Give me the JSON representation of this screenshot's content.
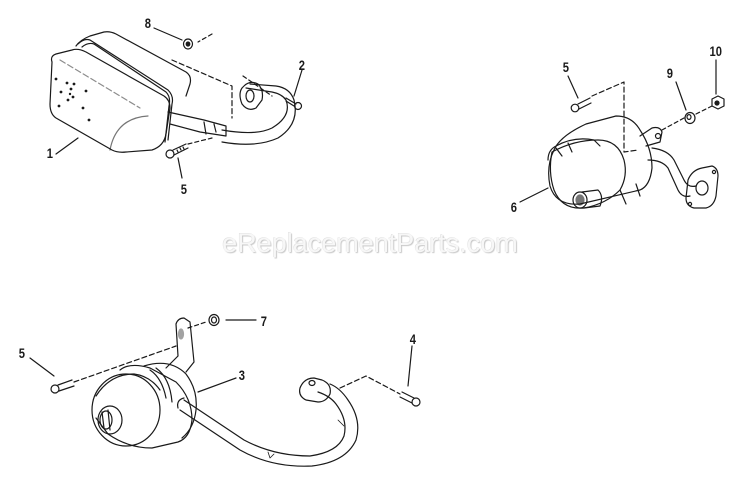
{
  "diagram": {
    "type": "exploded-parts-diagram",
    "subject": "Muffler assemblies",
    "watermark": "eReplacementParts.com",
    "line_color": "#1a1a1a",
    "background_color": "#ffffff",
    "groups": [
      {
        "name": "rectangular-muffler-assembly",
        "position": "top-left",
        "callouts": [
          {
            "id": "1",
            "label": "1"
          },
          {
            "id": "2",
            "label": "2"
          },
          {
            "id": "5",
            "label": "5"
          },
          {
            "id": "8",
            "label": "8"
          }
        ]
      },
      {
        "name": "round-muffler-assembly-a",
        "position": "top-right",
        "callouts": [
          {
            "id": "5",
            "label": "5"
          },
          {
            "id": "6",
            "label": "6"
          },
          {
            "id": "9",
            "label": "9"
          },
          {
            "id": "10",
            "label": "10"
          }
        ]
      },
      {
        "name": "round-muffler-assembly-b",
        "position": "bottom-left",
        "callouts": [
          {
            "id": "3",
            "label": "3"
          },
          {
            "id": "4",
            "label": "4"
          },
          {
            "id": "5",
            "label": "5"
          },
          {
            "id": "7",
            "label": "7"
          }
        ]
      }
    ]
  }
}
